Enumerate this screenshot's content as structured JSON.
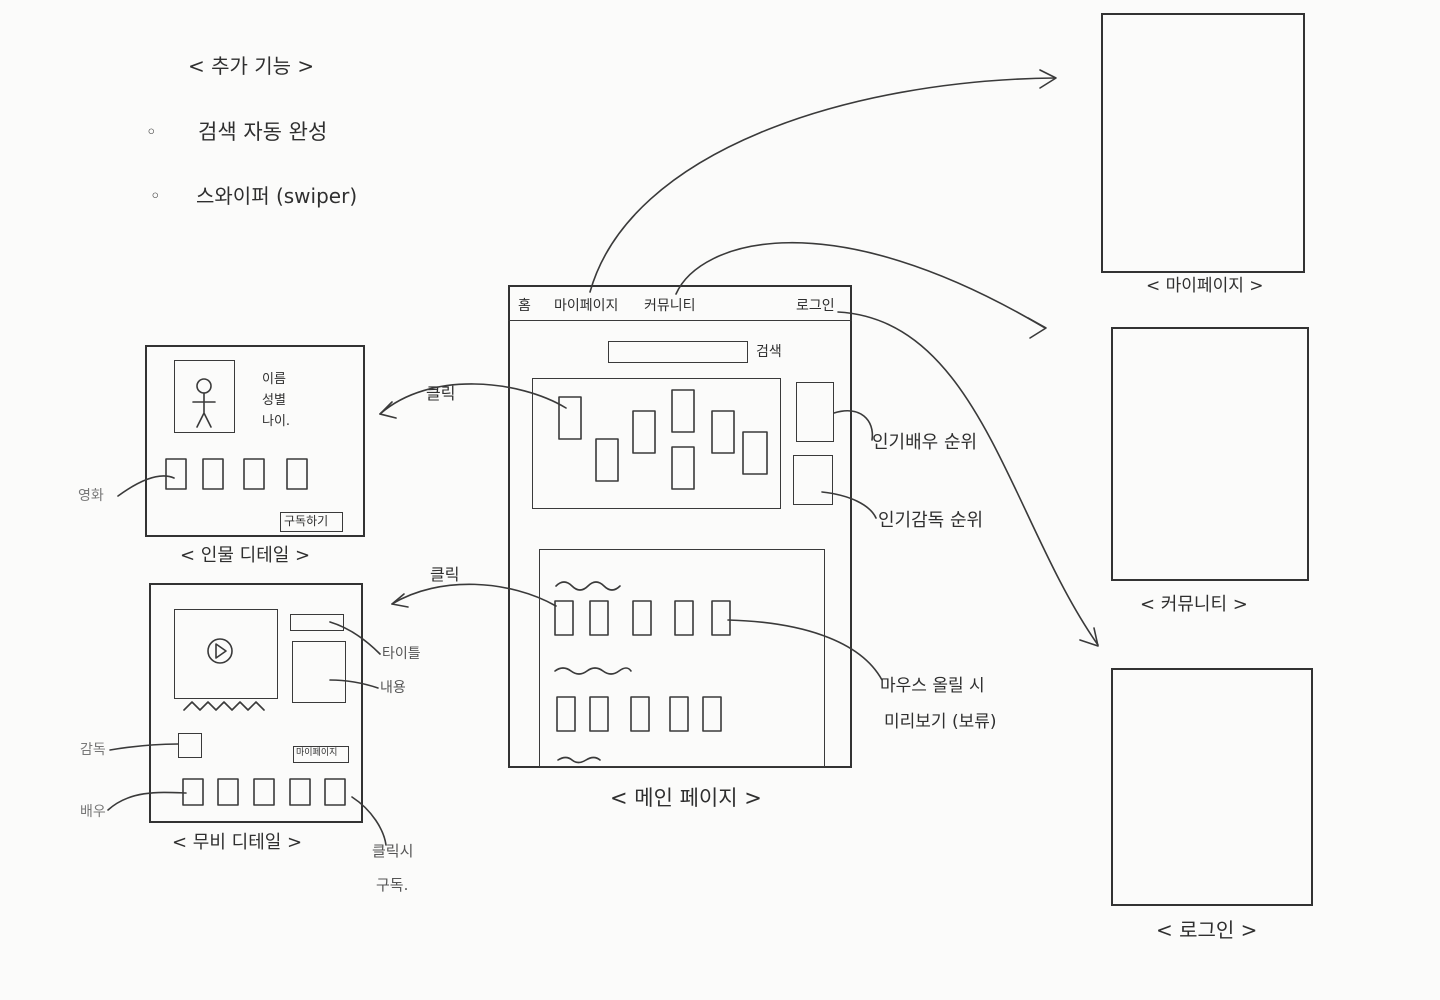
{
  "notes": {
    "title": "< 추가 기능 >",
    "items": [
      {
        "bullet": "◦",
        "text": "검색 자동 완성"
      },
      {
        "bullet": "◦",
        "text": "스와이퍼 (swiper)"
      }
    ]
  },
  "main_page": {
    "nav": {
      "home": "홈",
      "mypage": "마이페이지",
      "community": "커뮤니티",
      "login": "로그인"
    },
    "search_label": "검색",
    "caption": "< 메인 페이지 >"
  },
  "person_detail": {
    "info_lines": [
      "이름",
      "성별",
      "나이."
    ],
    "subscribe_button": "구독하기",
    "caption": "< 인물 디테일 >"
  },
  "movie_detail": {
    "mini_button": "마이페이지",
    "caption": "< 무비 디테일 >"
  },
  "annotations": {
    "click_top": "클릭",
    "click_bottom": "클릭",
    "popular_actor_rank": "인기배우 순위",
    "popular_director_rank": "인기감독 순위",
    "hover_preview_line1": "마우스 올릴 시",
    "hover_preview_line2": "미리보기 (보류)",
    "filmography": "영화",
    "title_label": "타이틀",
    "content_label": "내용",
    "director": "감독",
    "actor": "배우",
    "click_subscribe_line1": "클릭시",
    "click_subscribe_line2": "구독."
  },
  "right_pages": {
    "mypage_caption": "< 마이페이지 >",
    "community_caption": "< 커뮤니티 >",
    "login_caption": "< 로그인 >"
  }
}
